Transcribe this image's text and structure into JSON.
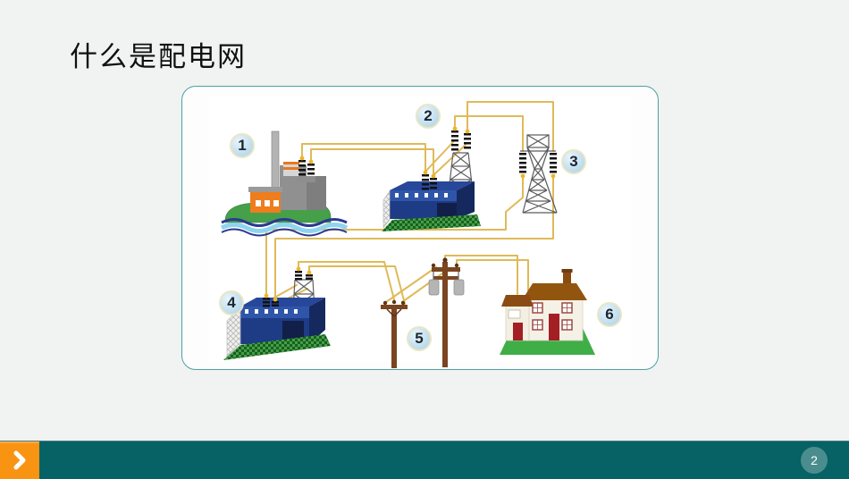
{
  "slide": {
    "title": "什么是配电网"
  },
  "diagram": {
    "type": "illustration",
    "subject": "power-distribution-network",
    "badges": [
      "1",
      "2",
      "3",
      "4",
      "5",
      "6"
    ],
    "components": [
      "power-plant",
      "step-up-substation",
      "transmission-tower",
      "distribution-substation",
      "utility-poles",
      "house"
    ]
  },
  "footer": {
    "page_number": "2",
    "nav_icon": "chevron-right-icon"
  },
  "colors": {
    "accent_teal": "#066264",
    "accent_orange": "#f99412",
    "card_border_teal": "#49a3a1",
    "wire_gold": "#dfba58",
    "badge_blue": "#bcdbec",
    "background": "#f1f2f2"
  }
}
